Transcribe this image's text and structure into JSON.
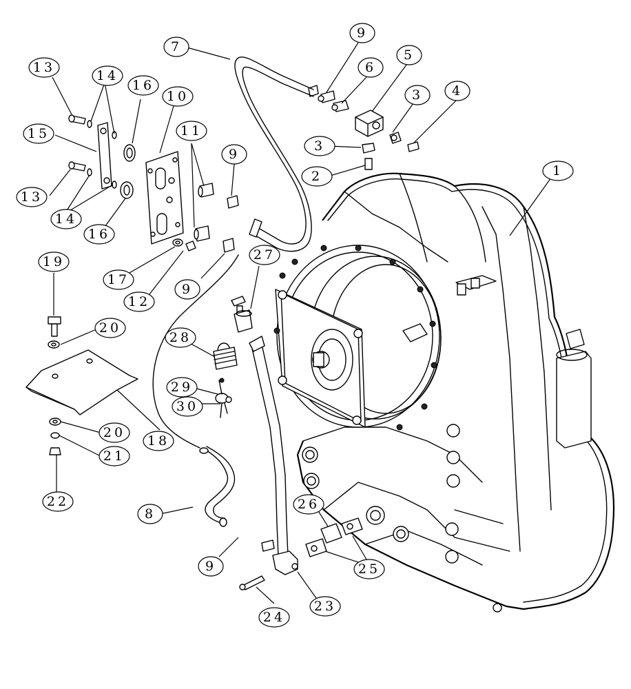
{
  "diagram": {
    "callouts": [
      {
        "id": "c1",
        "text": "1"
      },
      {
        "id": "c2",
        "text": "2"
      },
      {
        "id": "c3a",
        "text": "3"
      },
      {
        "id": "c3b",
        "text": "3"
      },
      {
        "id": "c4",
        "text": "4"
      },
      {
        "id": "c5",
        "text": "5"
      },
      {
        "id": "c6",
        "text": "6"
      },
      {
        "id": "c7",
        "text": "7"
      },
      {
        "id": "c8",
        "text": "8"
      },
      {
        "id": "c9a",
        "text": "9"
      },
      {
        "id": "c9b",
        "text": "9"
      },
      {
        "id": "c9c",
        "text": "9"
      },
      {
        "id": "c9d",
        "text": "9"
      },
      {
        "id": "c10",
        "text": "10"
      },
      {
        "id": "c11",
        "text": "11"
      },
      {
        "id": "c12",
        "text": "12"
      },
      {
        "id": "c13a",
        "text": "13"
      },
      {
        "id": "c13b",
        "text": "13"
      },
      {
        "id": "c14a",
        "text": "14"
      },
      {
        "id": "c14b",
        "text": "14"
      },
      {
        "id": "c15",
        "text": "15"
      },
      {
        "id": "c16a",
        "text": "16"
      },
      {
        "id": "c16b",
        "text": "16"
      },
      {
        "id": "c17",
        "text": "17"
      },
      {
        "id": "c18",
        "text": "18"
      },
      {
        "id": "c19",
        "text": "19"
      },
      {
        "id": "c20a",
        "text": "20"
      },
      {
        "id": "c20b",
        "text": "20"
      },
      {
        "id": "c21",
        "text": "21"
      },
      {
        "id": "c22",
        "text": "22"
      },
      {
        "id": "c23",
        "text": "23"
      },
      {
        "id": "c24",
        "text": "24"
      },
      {
        "id": "c25",
        "text": "25"
      },
      {
        "id": "c26",
        "text": "26"
      },
      {
        "id": "c27",
        "text": "27"
      },
      {
        "id": "c28",
        "text": "28"
      },
      {
        "id": "c29",
        "text": "29"
      },
      {
        "id": "c30",
        "text": "30"
      }
    ]
  }
}
